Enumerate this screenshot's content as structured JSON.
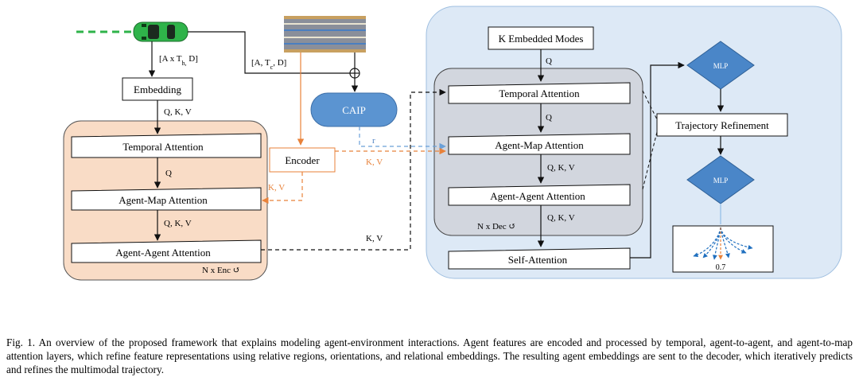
{
  "encoder_side": {
    "input_agent_dim": "[A x T",
    "input_agent_sub": "h,",
    "input_agent_rest": " D]",
    "embedding": "Embedding",
    "qkv_1": "Q, K, V",
    "temporal_attention": "Temporal Attention",
    "q_1": "Q",
    "agent_map_attention": "Agent-Map Attention",
    "qkv_2": "Q, K, V",
    "agent_agent_attention": "Agent-Agent Attention",
    "repeat": "N x Enc ↺"
  },
  "middle": {
    "input_map_dim": "[A, T",
    "input_map_sub": "c",
    "input_map_rest": ", D]",
    "caip": "CAIP",
    "encoder": "Encoder",
    "kv_left": "K, V",
    "kv_right": "K, V",
    "r_label": "r",
    "kv_bottom": "K, V"
  },
  "decoder_side": {
    "modes": "K Embedded Modes",
    "q_in": "Q",
    "temporal_attention": "Temporal Attention",
    "q_1": "Q",
    "agent_map_attention": "Agent-Map Attention",
    "qkv_1": "Q, K, V",
    "agent_agent_attention": "Agent-Agent Attention",
    "qkv_2": "Q, K, V",
    "repeat": "N x Dec ↺",
    "self_attention": "Self-Attention",
    "mlp_top": "MLP",
    "refinement": "Trajectory Refinement",
    "mlp_bottom": "MLP",
    "probability": "0.7"
  },
  "colors": {
    "encoder_panel": "#f9dcc6",
    "decoder_panel": "#dde9f6",
    "inner_panel": "#d2d6de",
    "caip": "#5b94d1",
    "mlp": "#4a86c8",
    "orange": "#e8823a",
    "blue_dash": "#6aa0d8",
    "car": "#2fb34a",
    "road": "#8a8f9a"
  },
  "caption": {
    "text": "Fig. 1.  An overview of the proposed framework that explains modeling agent-environment interactions. Agent features are encoded and processed by temporal, agent-to-agent, and agent-to-map attention layers, which refine feature representations using relative regions, orientations, and relational embeddings. The resulting agent embeddings are sent to the decoder, which iteratively predicts and refines the multimodal trajectory."
  }
}
